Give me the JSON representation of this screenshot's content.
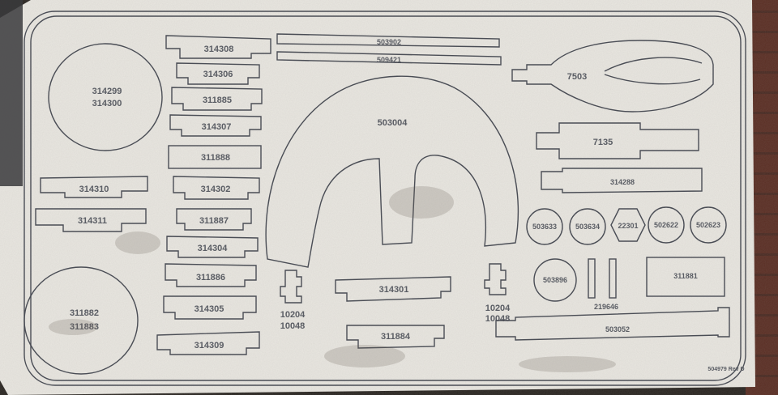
{
  "template": {
    "labels": {
      "p314308": "314308",
      "p314306": "314306",
      "p311885": "311885",
      "p314307": "314307",
      "p311888": "311888",
      "p314302": "314302",
      "p311887": "311887",
      "p314304": "314304",
      "p311886": "311886",
      "p314305": "314305",
      "p314309": "314309",
      "circle_top_a": "314299",
      "circle_top_b": "314300",
      "circle_bot_a": "311882",
      "circle_bot_b": "311883",
      "p314310": "314310",
      "p314311": "314311",
      "p503902": "503902",
      "p509421": "509421",
      "p503004": "503004",
      "p10204_l": "10204",
      "p10048_l": "10048",
      "p10204_r": "10204",
      "p10048_r": "10048",
      "p314301": "314301",
      "p311884": "311884",
      "p7503": "7503",
      "p7135": "7135",
      "p314288": "314288",
      "p503633": "503633",
      "p503634": "503634",
      "p22301": "22301",
      "p502622": "502622",
      "p502623": "502623",
      "p503896": "503896",
      "p219646": "219646",
      "p311881": "311881",
      "p503052": "503052",
      "rev": "504979 Rev D"
    }
  }
}
